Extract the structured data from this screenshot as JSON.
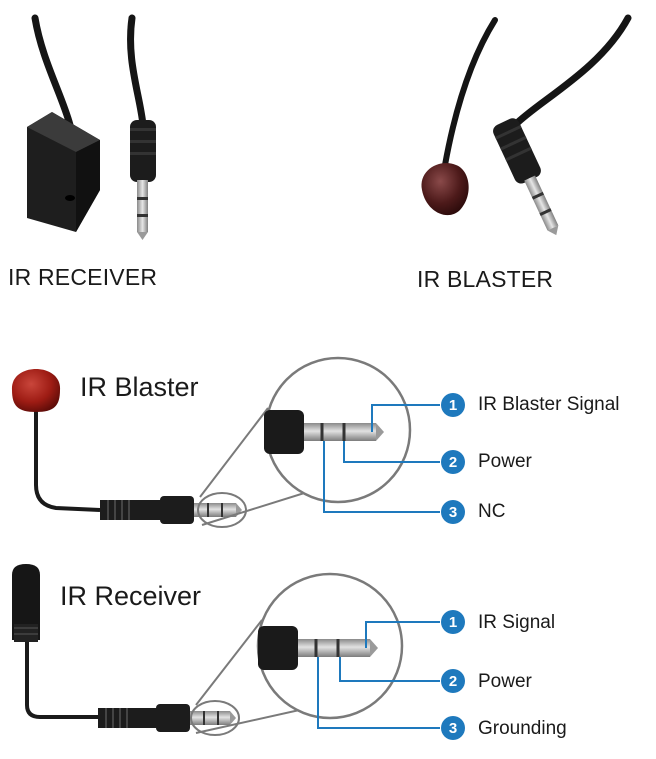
{
  "photos": {
    "receiver_label": "IR RECEIVER",
    "blaster_label": "IR BLASTER"
  },
  "blaster_diagram": {
    "title": "IR Blaster",
    "pins": [
      {
        "number": "1",
        "label": "IR Blaster Signal"
      },
      {
        "number": "2",
        "label": "Power"
      },
      {
        "number": "3",
        "label": "NC"
      }
    ]
  },
  "receiver_diagram": {
    "title": "IR Receiver",
    "pins": [
      {
        "number": "1",
        "label": "IR Signal"
      },
      {
        "number": "2",
        "label": "Power"
      },
      {
        "number": "3",
        "label": "Grounding"
      }
    ]
  },
  "colors": {
    "leader_line": "#1e79bd",
    "badge": "#1e79bd",
    "blaster_head": "#9e1c14",
    "cable": "#1a1a1a",
    "zoom_circle": "#7a7a7a"
  }
}
